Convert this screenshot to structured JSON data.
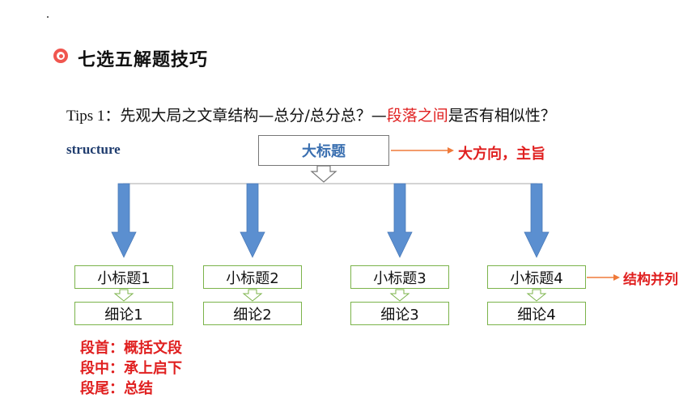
{
  "header": {
    "title": "七选五解题技巧",
    "title_icon": "target-icon"
  },
  "tips": {
    "prefix": "Tips 1",
    "part1": "：先观大局之文章结构—总分/总分总？—",
    "highlight": "段落之间",
    "part2": "是否有相似性？"
  },
  "structure_label": "structure",
  "diagram": {
    "main_box": "大标题",
    "main_note": "大方向，主旨",
    "paragraph_note": "结构并列",
    "subtitles": [
      "小标题1",
      "小标题2",
      "小标题3",
      "小标题4"
    ],
    "details": [
      "细论1",
      "细论2",
      "细论3",
      "细论4"
    ]
  },
  "bullets": [
    "段首：概括文段",
    "段中：承上启下",
    "段尾：总结"
  ],
  "colors": {
    "accent_red": "#e02020",
    "arrow_blue": "#5b8fd0",
    "box_green": "#7bb34a",
    "orange_arrow": "#ef7a3a",
    "icon_red": "#f0564f"
  }
}
